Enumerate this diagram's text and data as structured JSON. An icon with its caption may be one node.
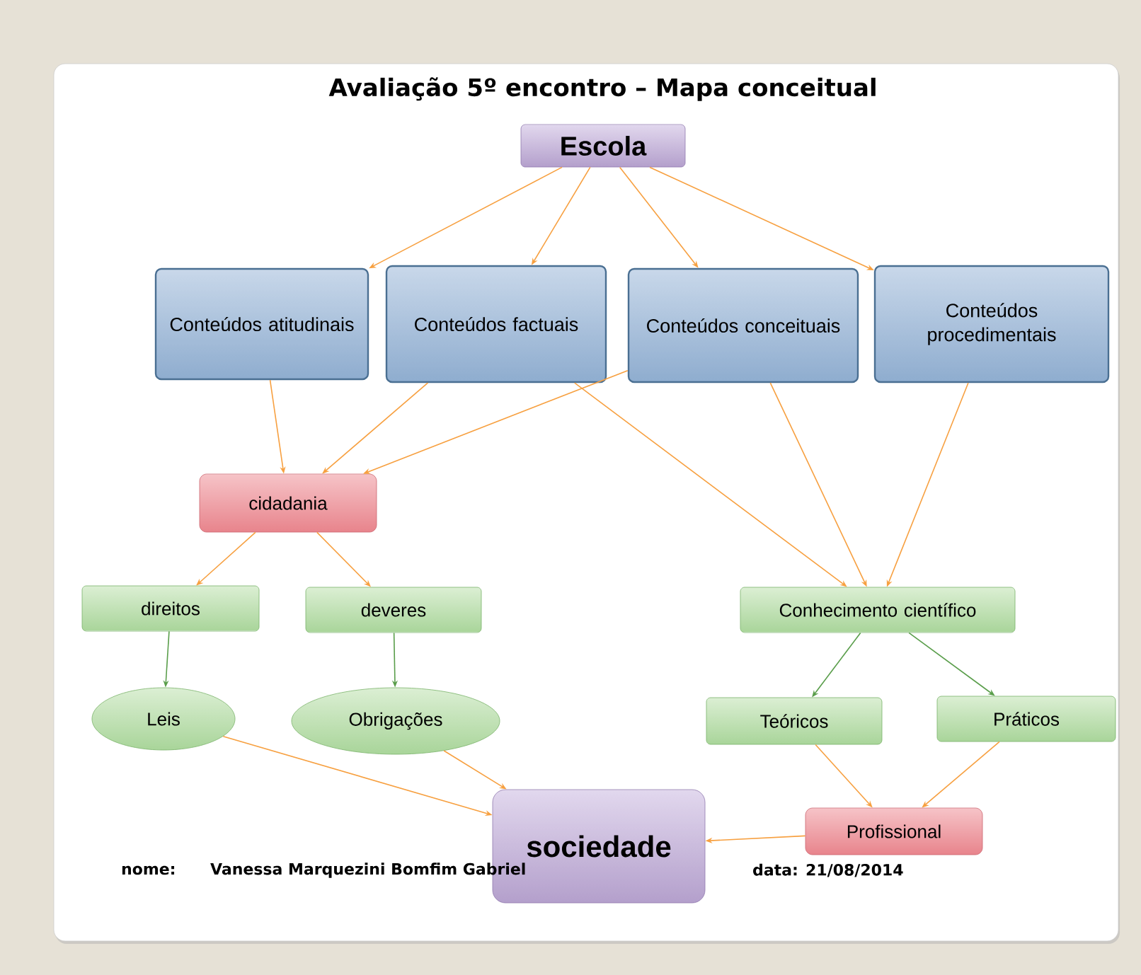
{
  "diagram": {
    "title": "Avaliação 5º encontro – Mapa conceitual",
    "nodes": [
      {
        "text": [
          "Escola"
        ]
      },
      {
        "text": [
          "Conteúdos atitudinais"
        ]
      },
      {
        "text": [
          "Conteúdos factuais"
        ]
      },
      {
        "text": [
          "Conteúdos conceituais"
        ]
      },
      {
        "text": [
          "Conteúdos procedimentais"
        ]
      },
      {
        "text": [
          "cidadania"
        ]
      },
      {
        "text": [
          "direitos"
        ]
      },
      {
        "text": [
          "deveres"
        ]
      },
      {
        "text": [
          "Conhecimento científico"
        ]
      },
      {
        "text": [
          "Leis"
        ]
      },
      {
        "text": [
          "Obrigações"
        ]
      },
      {
        "text": [
          "Teóricos"
        ]
      },
      {
        "text": [
          "Práticos"
        ]
      },
      {
        "text": [
          "sociedade"
        ]
      },
      {
        "text": [
          "Profissional"
        ]
      }
    ],
    "edges": [
      {
        "from": 0,
        "to": 1,
        "arrow": "to"
      },
      {
        "from": 0,
        "to": 2,
        "arrow": "to"
      },
      {
        "from": 0,
        "to": 3,
        "arrow": "to"
      },
      {
        "from": 0,
        "to": 4,
        "arrow": "to"
      },
      {
        "from": 1,
        "to": 5,
        "arrow": "to"
      },
      {
        "from": 2,
        "to": 5,
        "arrow": "to"
      },
      {
        "from": 3,
        "to": 5,
        "arrow": "to"
      },
      {
        "from": 2,
        "to": 8,
        "arrow": "to"
      },
      {
        "from": 3,
        "to": 8,
        "arrow": "to"
      },
      {
        "from": 4,
        "to": 8,
        "arrow": "to"
      },
      {
        "from": 5,
        "to": 6,
        "arrow": "to"
      },
      {
        "from": 5,
        "to": 7,
        "arrow": "to"
      },
      {
        "from": 6,
        "to": 9,
        "arrow": "to",
        "color": "#5a9e4b"
      },
      {
        "from": 7,
        "to": 10,
        "arrow": "to",
        "color": "#5a9e4b"
      },
      {
        "from": 8,
        "to": 11,
        "arrow": "to",
        "color": "#5a9e4b"
      },
      {
        "from": 8,
        "to": 12,
        "arrow": "to",
        "color": "#5a9e4b"
      },
      {
        "from": 9,
        "to": 13,
        "arrow": "to"
      },
      {
        "from": 10,
        "to": 13,
        "arrow": "to"
      },
      {
        "from": 11,
        "to": 14,
        "arrow": "to"
      },
      {
        "from": 12,
        "to": 14,
        "arrow": "to"
      },
      {
        "from": 14,
        "to": 13,
        "arrow": "to"
      }
    ],
    "labels": [
      "nome:",
      "Vanessa Marquezini Bomfim Gabriel",
      "data: 21/08/2014"
    ]
  }
}
